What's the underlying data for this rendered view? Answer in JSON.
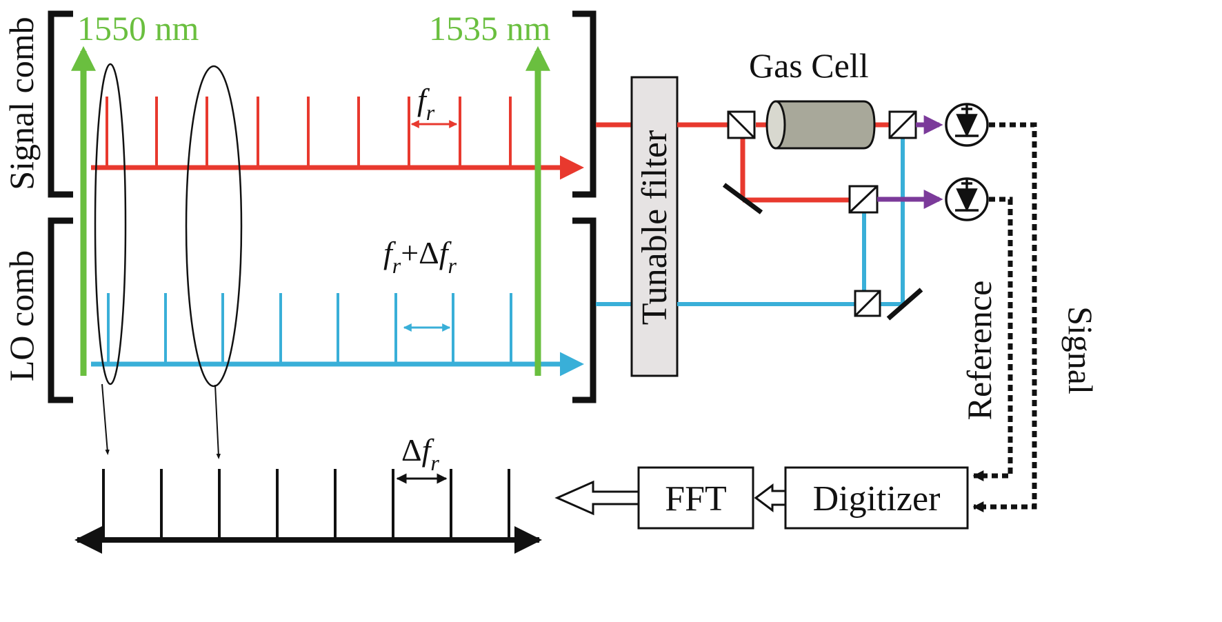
{
  "labels": {
    "wl_left": "1550 nm",
    "wl_right": "1535 nm",
    "signal_comb": "Signal comb",
    "lo_comb": "LO comb",
    "fr_base": "f",
    "fr_sub": "r",
    "frdf_plus": "+Δ",
    "delta_base": "Δ",
    "tunable_filter": "Tunable filter",
    "gas_cell": "Gas Cell",
    "reference": "Reference",
    "signal": "Signal",
    "fft": "FFT",
    "digitizer": "Digitizer"
  },
  "colors": {
    "signal_beam": "#e8392e",
    "lo_beam": "#39afd8",
    "wavelength_marker": "#6abf3f",
    "combined_beam": "#7b3a9a",
    "gas_cell_fill": "#a8a89a",
    "filter_fill": "#e6e3e3",
    "ink": "#111111"
  },
  "icons": {
    "photodetector": "photodiode-icon",
    "beamsplitter": "beamsplitter-icon",
    "mirror": "mirror-icon"
  }
}
